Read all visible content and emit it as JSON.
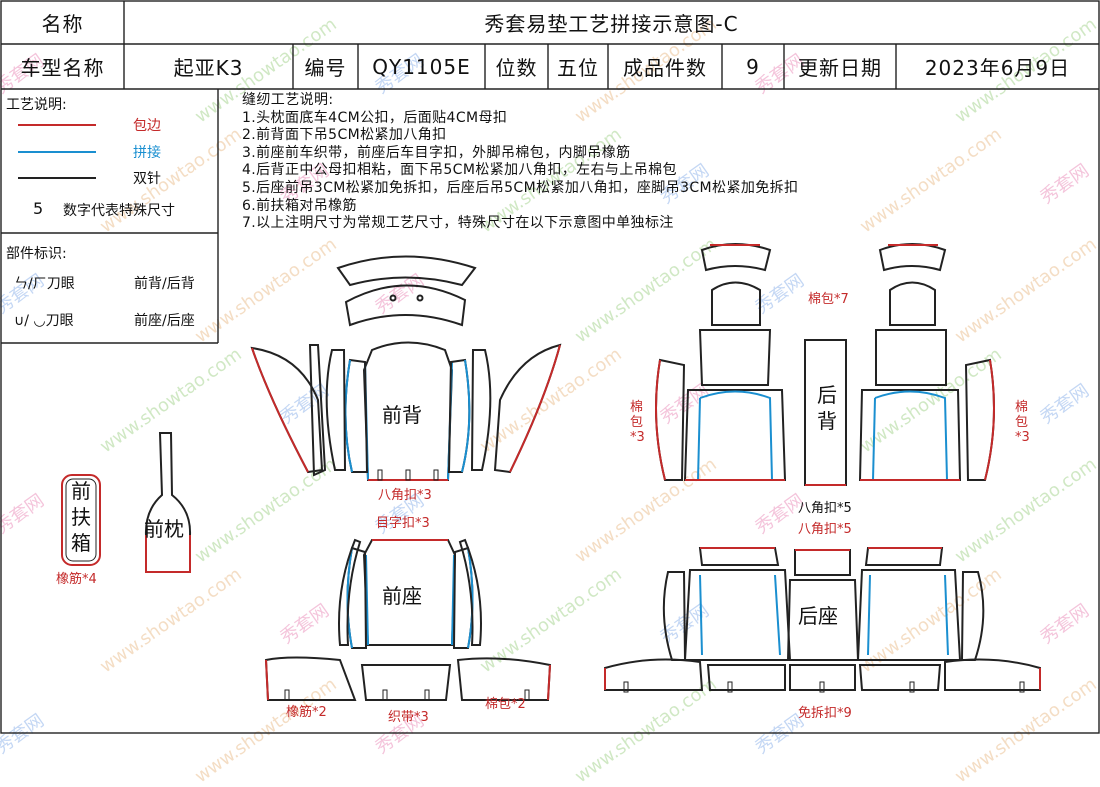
{
  "header": {
    "name_label": "名称",
    "title": "秀套易垫工艺拼接示意图-C",
    "car_label": "车型名称",
    "car_value": "起亚K3",
    "code_label": "编号",
    "code_value": "QY1105E",
    "seat_label": "位数",
    "seat_value": "五位",
    "count_label": "成品件数",
    "count_value": "9",
    "date_label": "更新日期",
    "date_value": "2023年6月9日"
  },
  "legend": {
    "title": "工艺说明:",
    "items": [
      {
        "label": "包边",
        "color": "#c42a2a"
      },
      {
        "label": "拼接",
        "color": "#1a8fd0"
      },
      {
        "label": "双针",
        "color": "#222222"
      }
    ],
    "number_key": "5",
    "number_desc": "数字代表特殊尺寸"
  },
  "parts_id": {
    "title": "部件标识:",
    "row1_symbol": "ㄣ/ㄏ刀眼",
    "row1_desc": "前背/后背",
    "row2_symbol": "∪/ ◡刀眼",
    "row2_desc": "前座/后座"
  },
  "notes": {
    "title": "缝纫工艺说明:",
    "lines": [
      "1.头枕面底车4CM公扣，后面贴4CM母扣",
      "2.前背面下吊5CM松紧加八角扣",
      "3.前座前车织带，前座后车目字扣，外脚吊棉包，内脚吊橡筋",
      "4.后背正中公母扣相粘，面下吊5CM松紧加八角扣，左右与上吊棉包",
      "5.后座前吊3CM松紧加免拆扣，后座后吊5CM松紧加八角扣，座脚吊3CM松紧加免拆扣",
      "6.前扶箱对吊橡筋",
      "7.以上注明尺寸为常规工艺尺寸，特殊尺寸在以下示意图中单独标注"
    ]
  },
  "diagram_labels": {
    "front_back": "前背",
    "front_back_note": "八角扣*3",
    "front_seat": "前座",
    "front_seat_top": "目字扣*3",
    "front_seat_bottom_left": "橡筋*2",
    "front_seat_bottom_mid": "织带*3",
    "front_seat_bottom_right": "棉包*2",
    "armrest": "前扶箱",
    "armrest_note": "橡筋*4",
    "headrest": "前枕",
    "rear_back": "后背",
    "rear_top_note": "棉包*7",
    "rear_left_note": "棉包*3",
    "rear_right_note": "棉包*3",
    "rear_back_note": "八角扣*5",
    "rear_seat_top": "八角扣*5",
    "rear_seat": "后座",
    "rear_seat_bottom": "免拆扣*9"
  },
  "watermark": {
    "text1": "秀套网",
    "text2": "www.showtao.com"
  },
  "colors": {
    "edge": "#c42a2a",
    "seam": "#1a8fd0",
    "stitch": "#222222"
  }
}
